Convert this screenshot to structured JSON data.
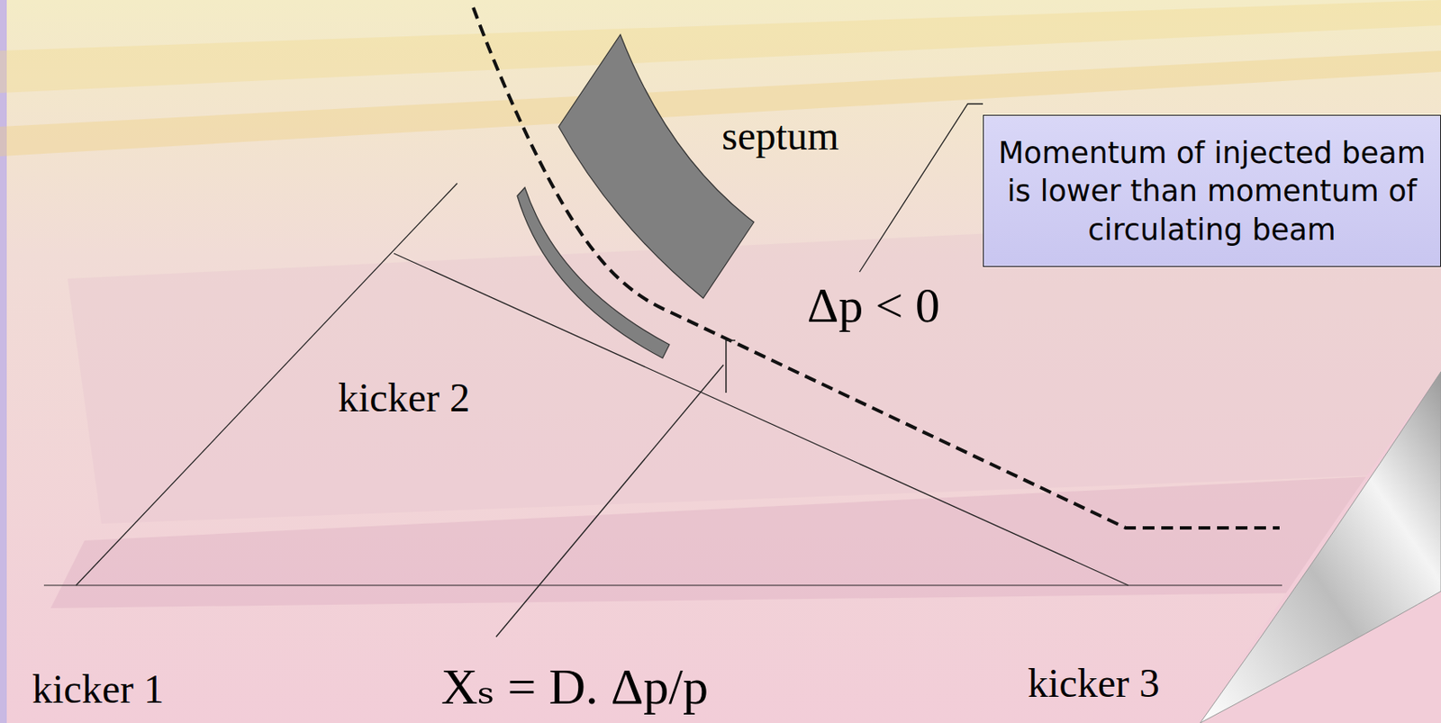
{
  "diagram": {
    "nodes": [
      {
        "text": [
          "Momentum of injected beam is lower than momentum of circulating beam"
        ]
      }
    ],
    "labels": [
      "septum",
      "Δp < 0",
      "kicker 2",
      "kicker 1",
      "Xₛ = D. Δp/p",
      "kicker 3"
    ]
  }
}
